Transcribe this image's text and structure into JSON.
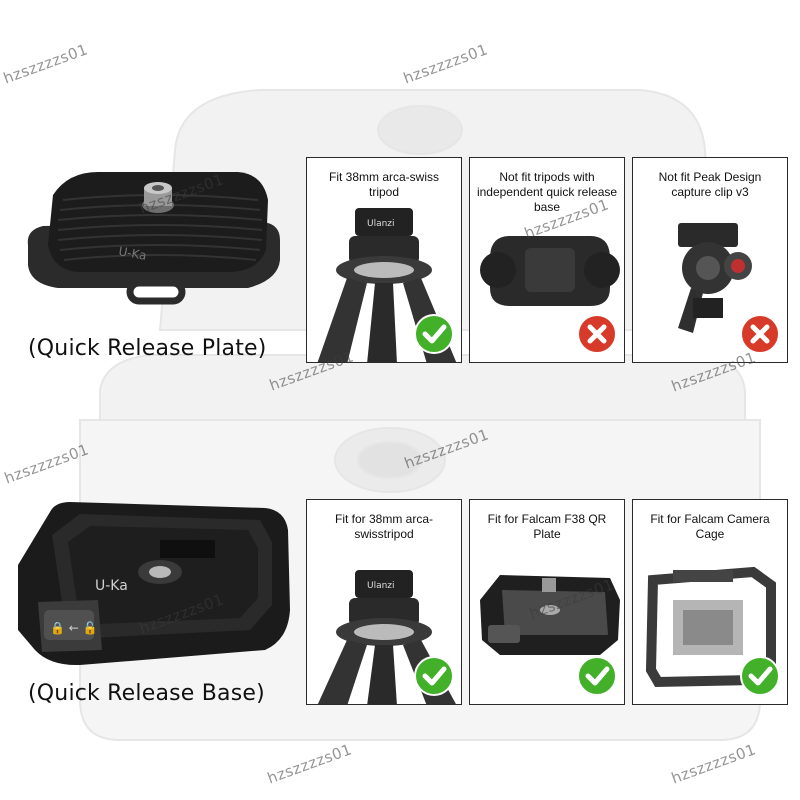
{
  "captions": {
    "plate": "(Quick Release Plate)",
    "base": "(Quick Release Base)"
  },
  "product_marks": {
    "plate_logo": "U-Ka",
    "base_logo": "U-Ka",
    "card_logo": "Ulanzi"
  },
  "cards": [
    {
      "text": "Fit 38mm arca-swiss tripod",
      "status": "check"
    },
    {
      "text": "Not fit tripods with independent quick release base",
      "status": "cross"
    },
    {
      "text": "Not fit Peak Design capture clip v3",
      "status": "cross"
    },
    {
      "text": "Fit for 38mm arca-swisstripod",
      "status": "check"
    },
    {
      "text": "Fit for Falcam F38 QR Plate",
      "status": "check"
    },
    {
      "text": "Fit for Falcam Camera Cage",
      "status": "check"
    }
  ],
  "watermark": "hzszzzzs01",
  "colors": {
    "check": "#43b02a",
    "cross": "#d83a2a",
    "product": "#1c1c1c",
    "border": "#2a2a2a"
  },
  "icons": [
    "check-badge-icon",
    "cross-badge-icon"
  ]
}
